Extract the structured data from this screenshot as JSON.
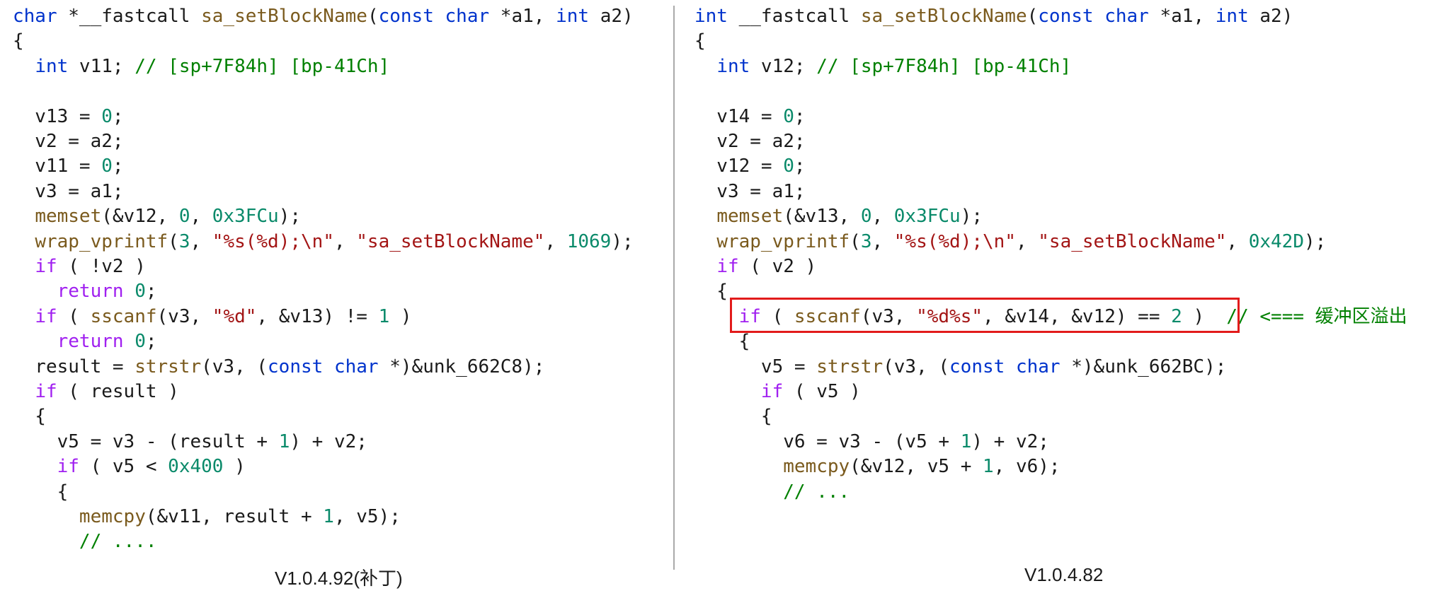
{
  "left": {
    "caption": "V1.0.4.92(补丁)",
    "lines": [
      [
        {
          "t": "char",
          "c": "kw"
        },
        {
          "t": " *__fastcall "
        },
        {
          "t": "sa_setBlockName",
          "c": "fn"
        },
        {
          "t": "("
        },
        {
          "t": "const",
          "c": "kw"
        },
        {
          "t": " "
        },
        {
          "t": "char",
          "c": "kw"
        },
        {
          "t": " *a1, "
        },
        {
          "t": "int",
          "c": "kw"
        },
        {
          "t": " a2)"
        }
      ],
      [
        {
          "t": "{"
        }
      ],
      [
        {
          "t": "  "
        },
        {
          "t": "int",
          "c": "kw"
        },
        {
          "t": " v11; "
        },
        {
          "t": "// [sp+7F84h] [bp-41Ch]",
          "c": "cmt"
        }
      ],
      [],
      [
        {
          "t": "  v13 = "
        },
        {
          "t": "0",
          "c": "num"
        },
        {
          "t": ";"
        }
      ],
      [
        {
          "t": "  v2 = a2;"
        }
      ],
      [
        {
          "t": "  v11 = "
        },
        {
          "t": "0",
          "c": "num"
        },
        {
          "t": ";"
        }
      ],
      [
        {
          "t": "  v3 = a1;"
        }
      ],
      [
        {
          "t": "  "
        },
        {
          "t": "memset",
          "c": "fn"
        },
        {
          "t": "(&v12, "
        },
        {
          "t": "0",
          "c": "num"
        },
        {
          "t": ", "
        },
        {
          "t": "0x3FCu",
          "c": "num"
        },
        {
          "t": ");"
        }
      ],
      [
        {
          "t": "  "
        },
        {
          "t": "wrap_vprintf",
          "c": "fn"
        },
        {
          "t": "("
        },
        {
          "t": "3",
          "c": "num"
        },
        {
          "t": ", "
        },
        {
          "t": "\"%s(%d);\\n\"",
          "c": "str"
        },
        {
          "t": ", "
        },
        {
          "t": "\"sa_setBlockName\"",
          "c": "str"
        },
        {
          "t": ", "
        },
        {
          "t": "1069",
          "c": "num"
        },
        {
          "t": ");"
        }
      ],
      [
        {
          "t": "  "
        },
        {
          "t": "if",
          "c": "ctl"
        },
        {
          "t": " ( !v2 )"
        }
      ],
      [
        {
          "t": "    "
        },
        {
          "t": "return",
          "c": "ctl"
        },
        {
          "t": " "
        },
        {
          "t": "0",
          "c": "num"
        },
        {
          "t": ";"
        }
      ],
      [
        {
          "t": "  "
        },
        {
          "t": "if",
          "c": "ctl"
        },
        {
          "t": " ( "
        },
        {
          "t": "sscanf",
          "c": "fn"
        },
        {
          "t": "(v3, "
        },
        {
          "t": "\"%d\"",
          "c": "str"
        },
        {
          "t": ", &v13) != "
        },
        {
          "t": "1",
          "c": "num"
        },
        {
          "t": " )"
        }
      ],
      [
        {
          "t": "    "
        },
        {
          "t": "return",
          "c": "ctl"
        },
        {
          "t": " "
        },
        {
          "t": "0",
          "c": "num"
        },
        {
          "t": ";"
        }
      ],
      [
        {
          "t": "  result = "
        },
        {
          "t": "strstr",
          "c": "fn"
        },
        {
          "t": "(v3, ("
        },
        {
          "t": "const",
          "c": "kw"
        },
        {
          "t": " "
        },
        {
          "t": "char",
          "c": "kw"
        },
        {
          "t": " *)&unk_662C8);"
        }
      ],
      [
        {
          "t": "  "
        },
        {
          "t": "if",
          "c": "ctl"
        },
        {
          "t": " ( result )"
        }
      ],
      [
        {
          "t": "  {"
        }
      ],
      [
        {
          "t": "    v5 = v3 - (result + "
        },
        {
          "t": "1",
          "c": "num"
        },
        {
          "t": ") + v2;"
        }
      ],
      [
        {
          "t": "    "
        },
        {
          "t": "if",
          "c": "ctl"
        },
        {
          "t": " ( v5 < "
        },
        {
          "t": "0x400",
          "c": "num"
        },
        {
          "t": " )"
        }
      ],
      [
        {
          "t": "    {"
        }
      ],
      [
        {
          "t": "      "
        },
        {
          "t": "memcpy",
          "c": "fn"
        },
        {
          "t": "(&v11, result + "
        },
        {
          "t": "1",
          "c": "num"
        },
        {
          "t": ", v5);"
        }
      ],
      [
        {
          "t": "      "
        },
        {
          "t": "// ....",
          "c": "cmt"
        }
      ]
    ]
  },
  "right": {
    "caption": "V1.0.4.82",
    "lines": [
      [
        {
          "t": "int",
          "c": "kw"
        },
        {
          "t": " __fastcall "
        },
        {
          "t": "sa_setBlockName",
          "c": "fn"
        },
        {
          "t": "("
        },
        {
          "t": "const",
          "c": "kw"
        },
        {
          "t": " "
        },
        {
          "t": "char",
          "c": "kw"
        },
        {
          "t": " *a1, "
        },
        {
          "t": "int",
          "c": "kw"
        },
        {
          "t": " a2)"
        }
      ],
      [
        {
          "t": "{"
        }
      ],
      [
        {
          "t": "  "
        },
        {
          "t": "int",
          "c": "kw"
        },
        {
          "t": " v12; "
        },
        {
          "t": "// [sp+7F84h] [bp-41Ch]",
          "c": "cmt"
        }
      ],
      [],
      [
        {
          "t": "  v14 = "
        },
        {
          "t": "0",
          "c": "num"
        },
        {
          "t": ";"
        }
      ],
      [
        {
          "t": "  v2 = a2;"
        }
      ],
      [
        {
          "t": "  v12 = "
        },
        {
          "t": "0",
          "c": "num"
        },
        {
          "t": ";"
        }
      ],
      [
        {
          "t": "  v3 = a1;"
        }
      ],
      [
        {
          "t": "  "
        },
        {
          "t": "memset",
          "c": "fn"
        },
        {
          "t": "(&v13, "
        },
        {
          "t": "0",
          "c": "num"
        },
        {
          "t": ", "
        },
        {
          "t": "0x3FCu",
          "c": "num"
        },
        {
          "t": ");"
        }
      ],
      [
        {
          "t": "  "
        },
        {
          "t": "wrap_vprintf",
          "c": "fn"
        },
        {
          "t": "("
        },
        {
          "t": "3",
          "c": "num"
        },
        {
          "t": ", "
        },
        {
          "t": "\"%s(%d);\\n\"",
          "c": "str"
        },
        {
          "t": ", "
        },
        {
          "t": "\"sa_setBlockName\"",
          "c": "str"
        },
        {
          "t": ", "
        },
        {
          "t": "0x42D",
          "c": "num"
        },
        {
          "t": ");"
        }
      ],
      [
        {
          "t": "  "
        },
        {
          "t": "if",
          "c": "ctl"
        },
        {
          "t": " ( v2 )"
        }
      ],
      [
        {
          "t": "  {"
        }
      ],
      [
        {
          "t": "    "
        },
        {
          "t": "if",
          "c": "ctl"
        },
        {
          "t": " ( "
        },
        {
          "t": "sscanf",
          "c": "fn"
        },
        {
          "t": "(v3, "
        },
        {
          "t": "\"%d%s\"",
          "c": "str"
        },
        {
          "t": ", &v14, &v12) == "
        },
        {
          "t": "2",
          "c": "num"
        },
        {
          "t": " )  "
        },
        {
          "t": "// <=== 缓冲区溢出",
          "c": "cmt"
        }
      ],
      [
        {
          "t": "    {"
        }
      ],
      [
        {
          "t": "      v5 = "
        },
        {
          "t": "strstr",
          "c": "fn"
        },
        {
          "t": "(v3, ("
        },
        {
          "t": "const",
          "c": "kw"
        },
        {
          "t": " "
        },
        {
          "t": "char",
          "c": "kw"
        },
        {
          "t": " *)&unk_662BC);"
        }
      ],
      [
        {
          "t": "      "
        },
        {
          "t": "if",
          "c": "ctl"
        },
        {
          "t": " ( v5 )"
        }
      ],
      [
        {
          "t": "      {"
        }
      ],
      [
        {
          "t": "        v6 = v3 - (v5 + "
        },
        {
          "t": "1",
          "c": "num"
        },
        {
          "t": ") + v2;"
        }
      ],
      [
        {
          "t": "        "
        },
        {
          "t": "memcpy",
          "c": "fn"
        },
        {
          "t": "(&v12, v5 + "
        },
        {
          "t": "1",
          "c": "num"
        },
        {
          "t": ", v6);"
        }
      ],
      [
        {
          "t": "        "
        },
        {
          "t": "// ...",
          "c": "cmt"
        }
      ]
    ]
  }
}
